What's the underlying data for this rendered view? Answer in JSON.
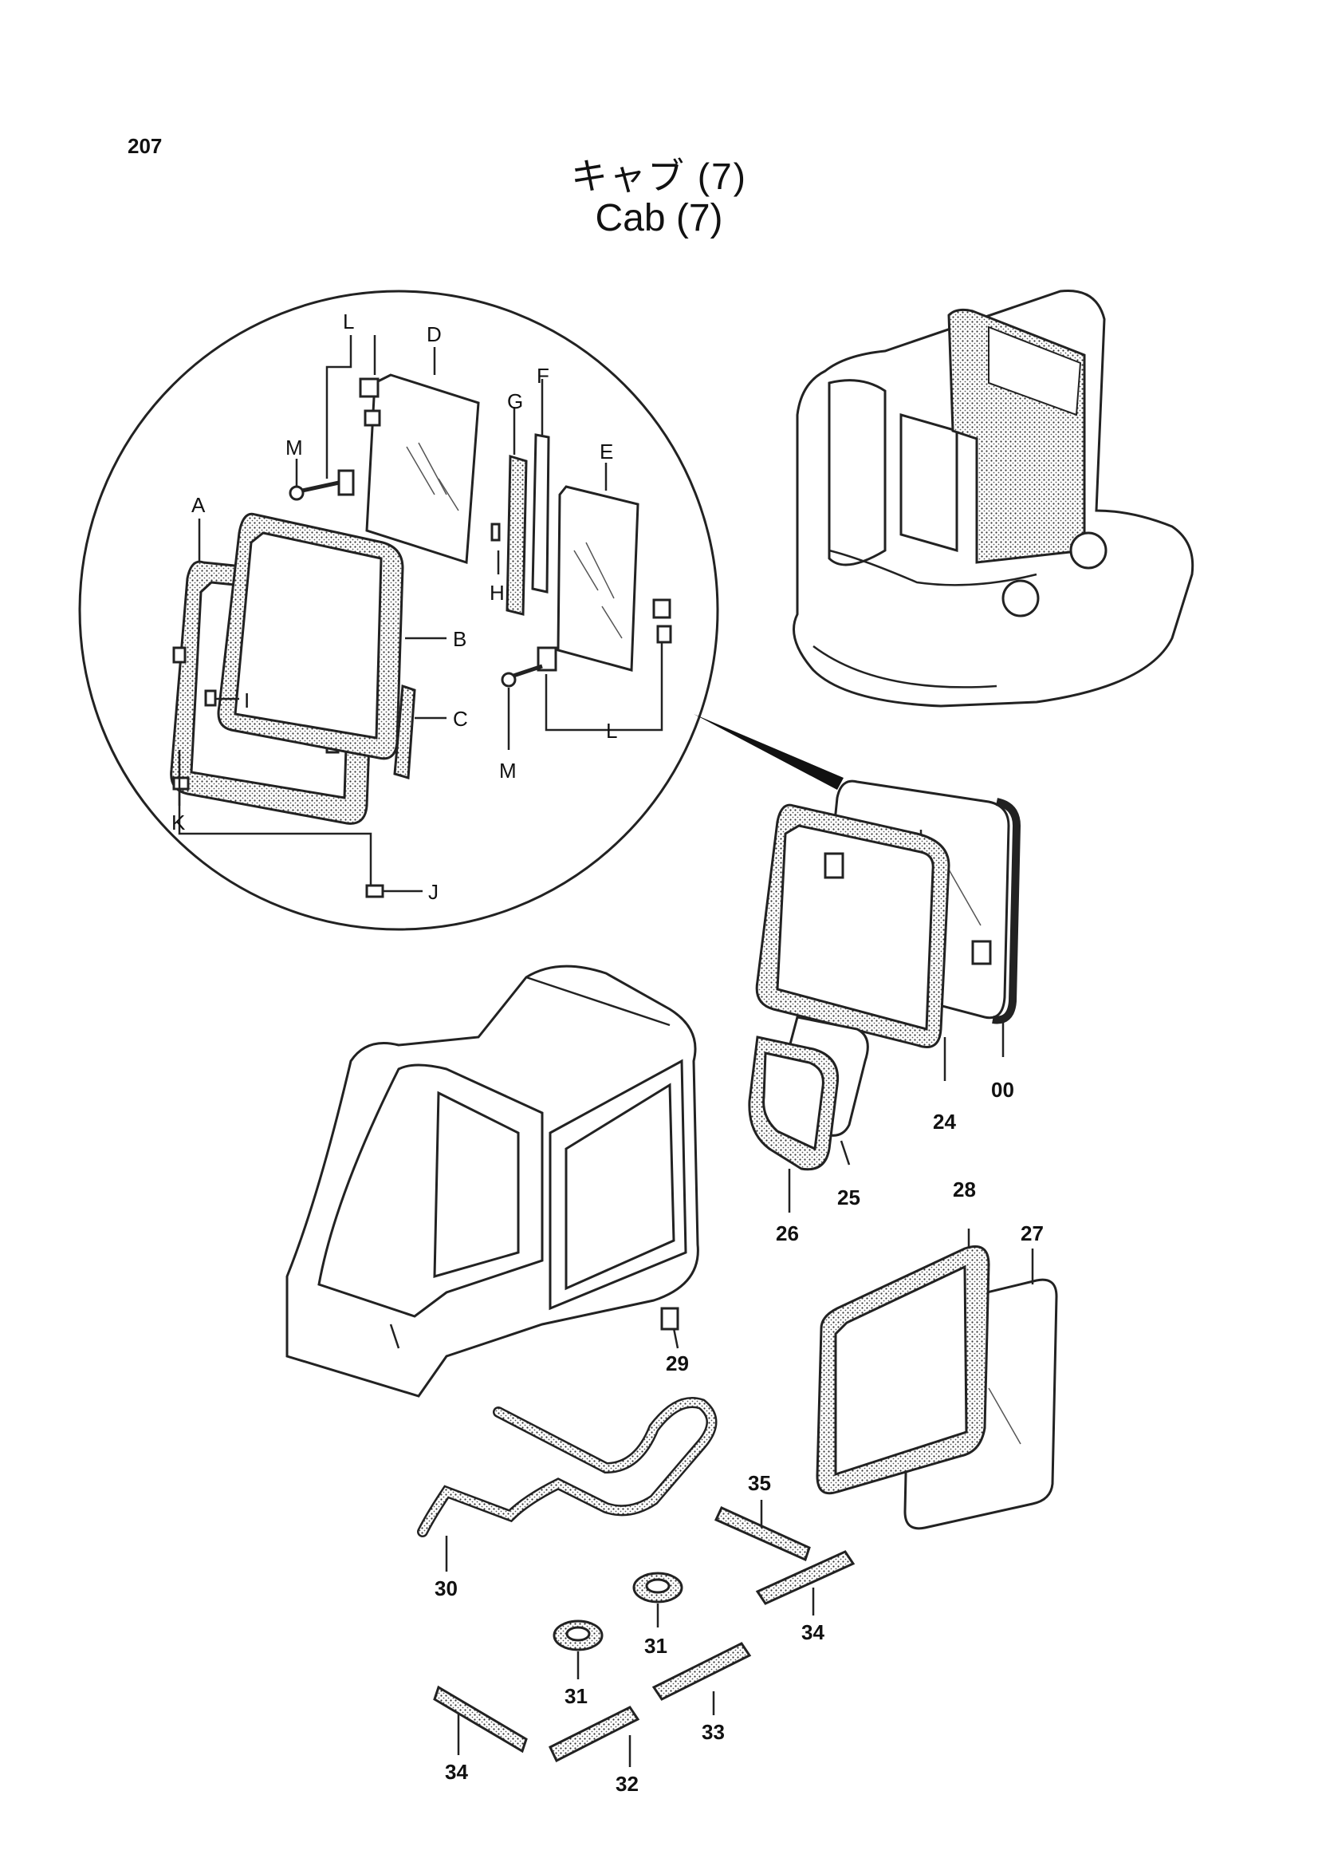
{
  "header": {
    "page_number": "207",
    "title_jp": "キャブ (7)",
    "title_en": "Cab (7)"
  },
  "callouts_letters": [
    "A",
    "B",
    "C",
    "D",
    "E",
    "F",
    "G",
    "H",
    "I",
    "J",
    "K",
    "L",
    "M"
  ],
  "callouts": {
    "A": "A",
    "B": "B",
    "C": "C",
    "D": "D",
    "E": "E",
    "F": "F",
    "G": "G",
    "H": "H",
    "I": "I",
    "J": "J",
    "K": "K",
    "L": "L",
    "M": "M",
    "n00": "00",
    "n24": "24",
    "n25": "25",
    "n26": "26",
    "n27": "27",
    "n28": "28",
    "n29": "29",
    "n30": "30",
    "n31": "31",
    "n32": "32",
    "n33": "33",
    "n34": "34",
    "n35": "35"
  }
}
